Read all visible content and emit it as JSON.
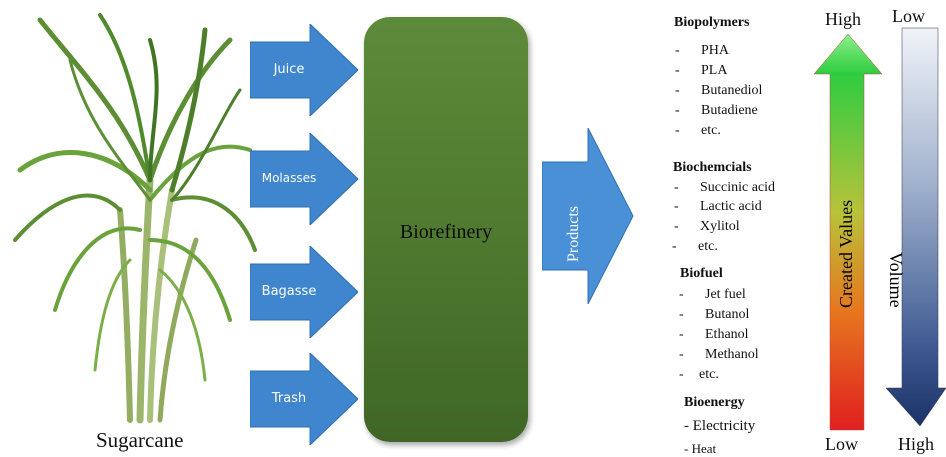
{
  "plant_label": "Sugarcane",
  "inputs": [
    "Juice",
    "Molasses",
    "Bagasse",
    "Trash"
  ],
  "center_label": "Biorefinery",
  "products_label": "Products",
  "categories": [
    {
      "title": "Biopolymers",
      "items": [
        "PHA",
        "PLA",
        "Butanediol",
        "Butadiene",
        "etc."
      ]
    },
    {
      "title": "Biochemcials",
      "items": [
        "Succinic acid",
        "Lactic acid",
        "Xylitol",
        "etc."
      ]
    },
    {
      "title": "Biofuel",
      "items": [
        "Jet fuel",
        "Butanol",
        "Ethanol",
        "Methanol",
        "etc."
      ]
    },
    {
      "title": "Bioenergy",
      "items": [
        "Electricity",
        "Heat"
      ]
    }
  ],
  "value_arrow": {
    "label": "Created Values",
    "top": "High",
    "bottom": "Low",
    "top_color": "#2ecc40",
    "bottom_color": "#e02020"
  },
  "volume_arrow": {
    "label": "Volume",
    "top": "Low",
    "bottom": "High",
    "top_color": "#dfe6f0",
    "bottom_color": "#1f3a75"
  },
  "colors": {
    "input_arrow": "#3f86cf",
    "biorefinery": "#4f7a2f",
    "products_arrow": "#4a90d6"
  }
}
